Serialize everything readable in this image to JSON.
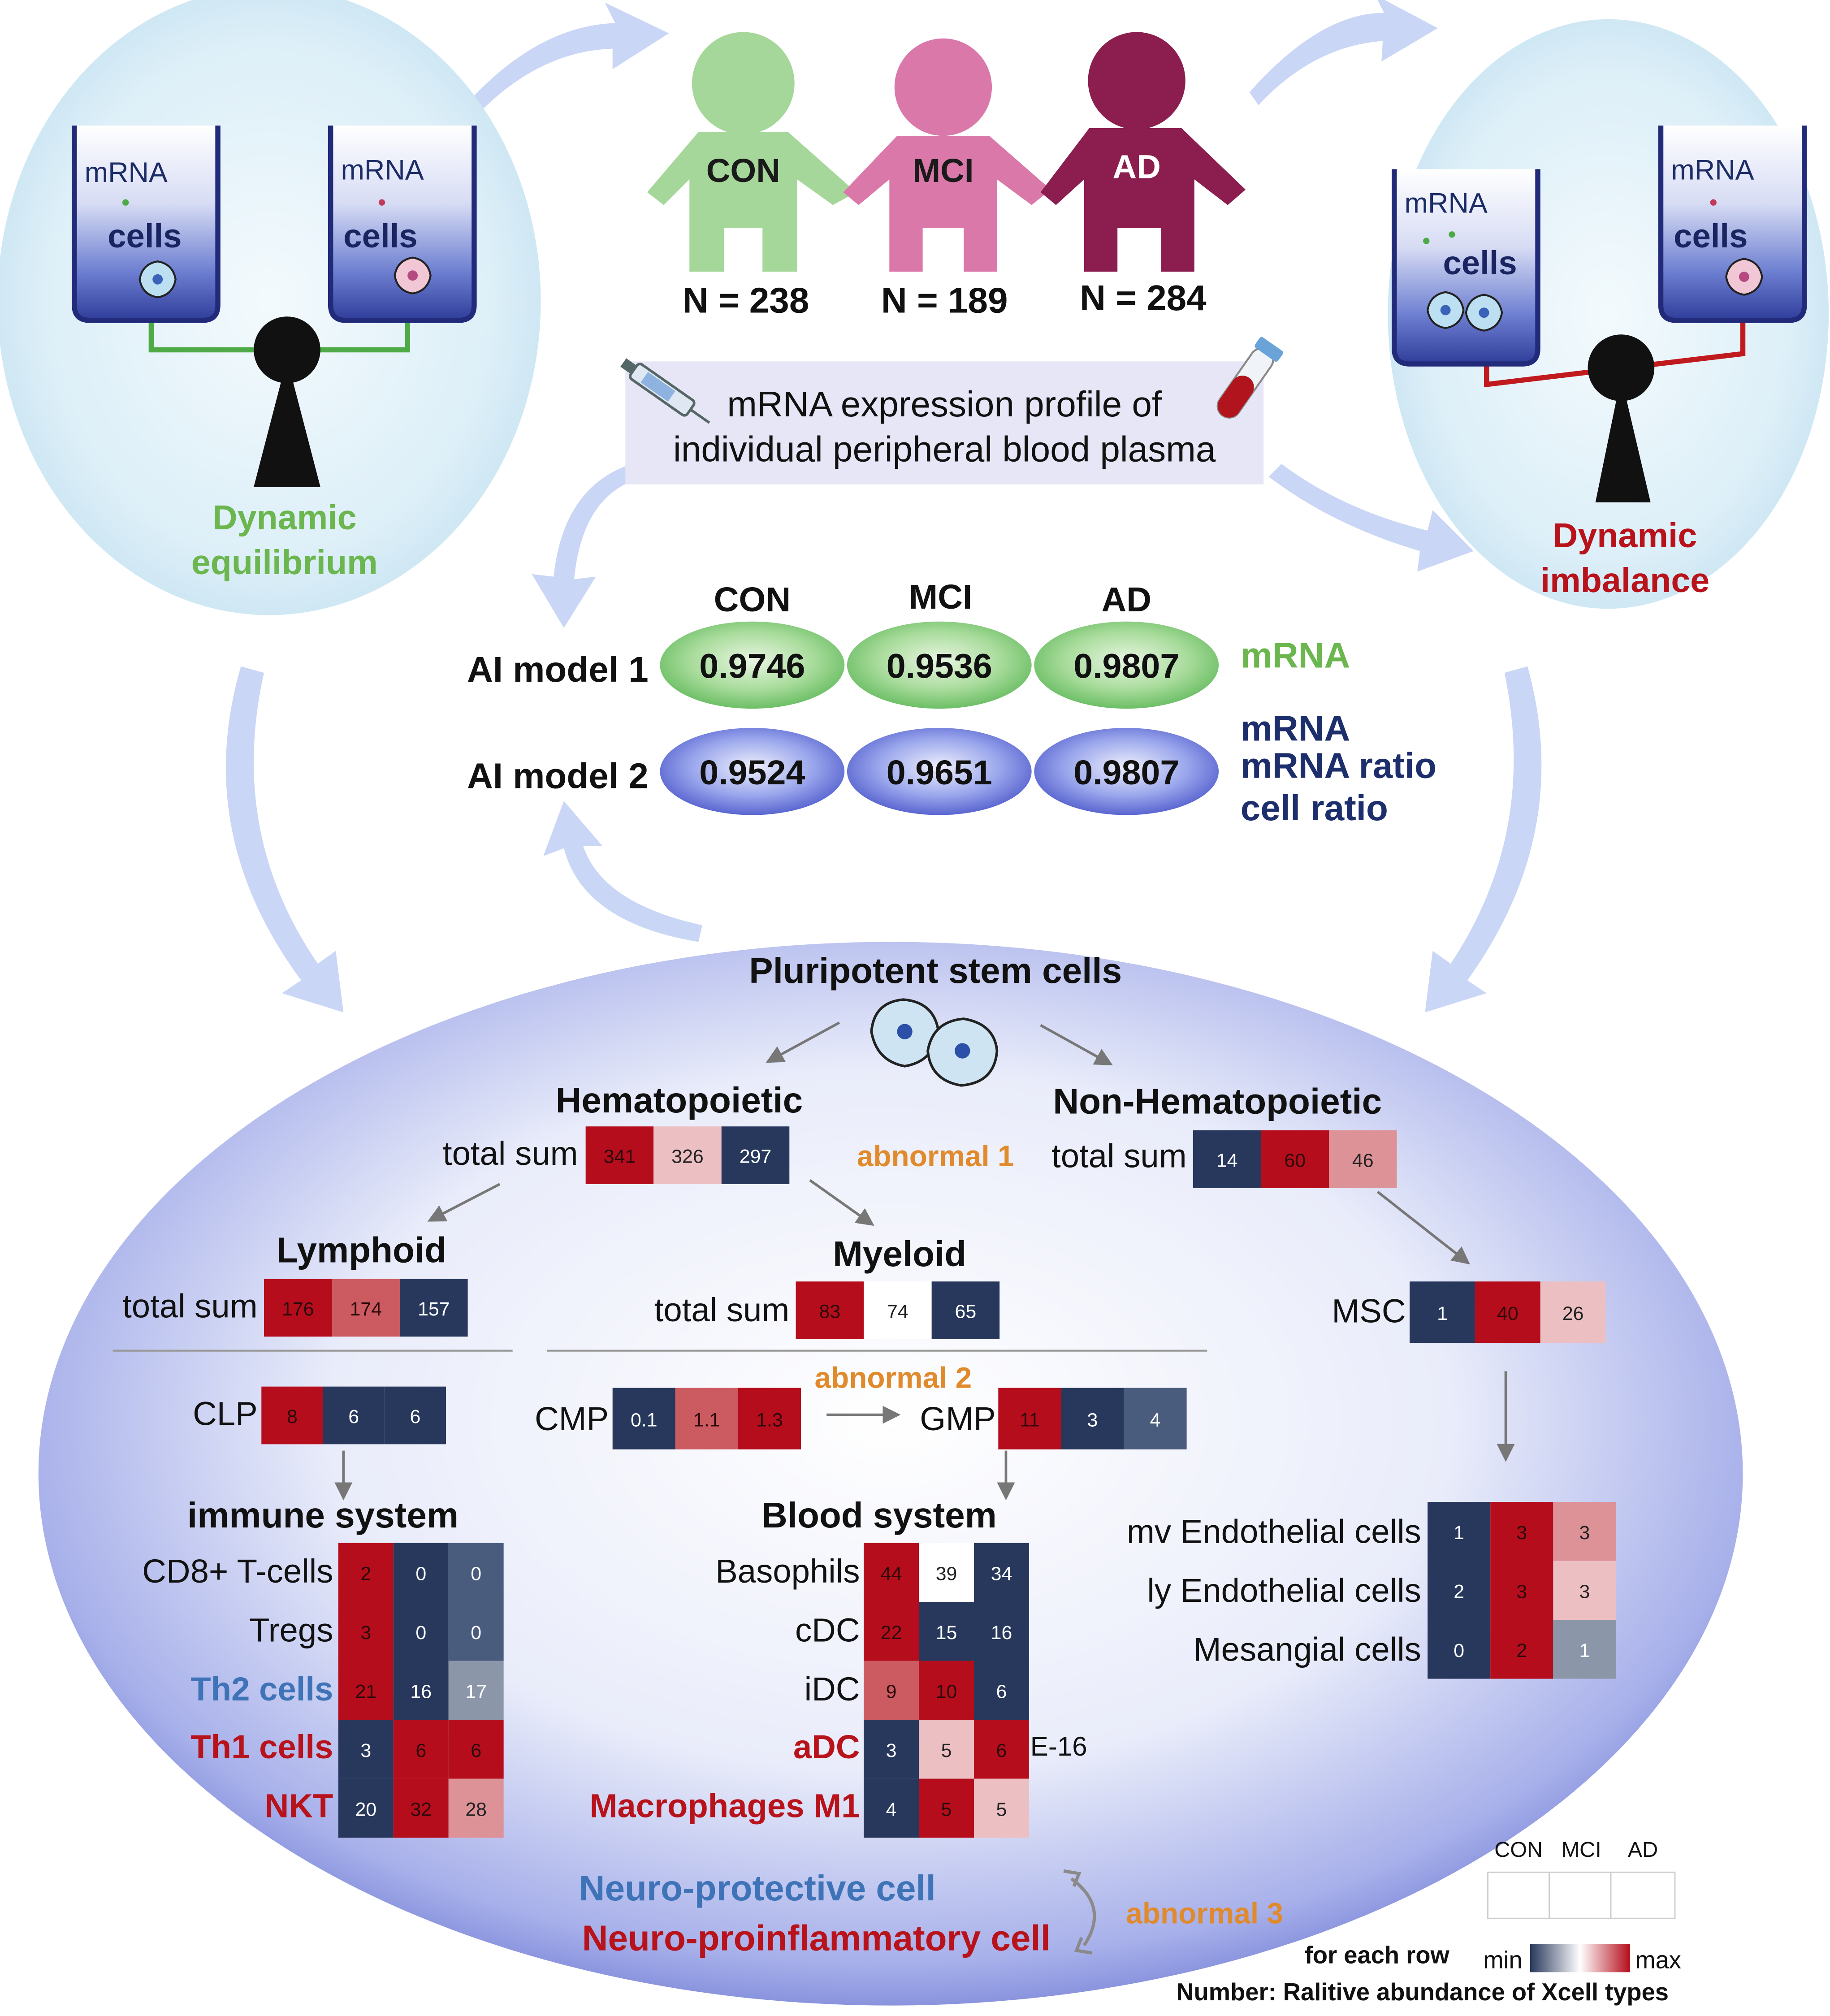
{
  "top": {
    "groups": [
      {
        "label": "CON",
        "n": "N = 238",
        "color": "#a6d79a"
      },
      {
        "label": "MCI",
        "n": "N = 189",
        "color": "#d978a9"
      },
      {
        "label": "AD",
        "n": "N = 284",
        "color": "#8b1e4f"
      }
    ],
    "profile_line1": "mRNA expression profile of",
    "profile_line2": "individual peripheral blood plasma"
  },
  "left_balance": {
    "beaker_mrna": "mRNA",
    "beaker_cells": "cells",
    "caption_line1": "Dynamic",
    "caption_line2": "equilibrium"
  },
  "right_balance": {
    "beaker_mrna": "mRNA",
    "beaker_cells": "cells",
    "caption_line1": "Dynamic",
    "caption_line2": "imbalance"
  },
  "models": {
    "headers": [
      "CON",
      "MCI",
      "AD"
    ],
    "model1": {
      "label": "AI model 1",
      "values": [
        "0.9746",
        "0.9536",
        "0.9807"
      ],
      "feature": "mRNA"
    },
    "model2": {
      "label": "AI model 2",
      "values": [
        "0.9524",
        "0.9651",
        "0.9807"
      ],
      "features": [
        "mRNA",
        "mRNA ratio",
        "cell ratio"
      ]
    }
  },
  "tree": {
    "title": "Pluripotent stem cells",
    "total_sum": "total sum",
    "hematopoietic": {
      "title": "Hematopoietic",
      "values": [
        "341",
        "326",
        "297"
      ]
    },
    "abnormal1": "abnormal 1",
    "non_hematopoietic": {
      "title": "Non-Hematopoietic",
      "values": [
        "14",
        "60",
        "46"
      ]
    },
    "lymphoid": {
      "title": "Lymphoid",
      "values": [
        "176",
        "174",
        "157"
      ]
    },
    "myeloid": {
      "title": "Myeloid",
      "values": [
        "83",
        "74",
        "65"
      ]
    },
    "msc": {
      "label": "MSC",
      "values": [
        "1",
        "40",
        "26"
      ]
    },
    "clp": {
      "label": "CLP",
      "values": [
        "8",
        "6",
        "6"
      ]
    },
    "cmp": {
      "label": "CMP",
      "values": [
        "0.1",
        "1.1",
        "1.3"
      ]
    },
    "abnormal2": "abnormal 2",
    "gmp": {
      "label": "GMP",
      "values": [
        "11",
        "3",
        "4"
      ]
    },
    "immune": {
      "title": "immune system",
      "rows": [
        {
          "label": "CD8+ T-cells",
          "values": [
            "2",
            "0",
            "0"
          ]
        },
        {
          "label": "Tregs",
          "values": [
            "3",
            "0",
            "0"
          ]
        },
        {
          "label": "Th2 cells",
          "values": [
            "21",
            "16",
            "17"
          ]
        },
        {
          "label": "Th1 cells",
          "values": [
            "3",
            "6",
            "6"
          ]
        },
        {
          "label": "NKT",
          "values": [
            "20",
            "32",
            "28"
          ]
        }
      ]
    },
    "blood": {
      "title": "Blood system",
      "rows": [
        {
          "label": "Basophils",
          "values": [
            "44",
            "39",
            "34"
          ]
        },
        {
          "label": "cDC",
          "values": [
            "22",
            "15",
            "16"
          ]
        },
        {
          "label": "iDC",
          "values": [
            "9",
            "10",
            "6"
          ]
        },
        {
          "label": "aDC",
          "values": [
            "3",
            "5",
            "6"
          ]
        },
        {
          "label": "Macrophages M1",
          "values": [
            "4",
            "5",
            "5"
          ]
        }
      ],
      "exponent_note": "E-16"
    },
    "endothelial": {
      "rows": [
        {
          "label": "mv Endothelial cells",
          "values": [
            "1",
            "3",
            "3"
          ]
        },
        {
          "label": "ly Endothelial cells",
          "values": [
            "2",
            "3",
            "3"
          ]
        },
        {
          "label": "Mesangial cells",
          "values": [
            "0",
            "2",
            "1"
          ]
        }
      ]
    },
    "neuro_protective": "Neuro-protective cell",
    "neuro_proinflammatory": "Neuro-proinflammatory cell",
    "abnormal3": "abnormal 3"
  },
  "legend": {
    "columns": [
      "CON",
      "MCI",
      "AD"
    ],
    "for_each_row": "for each row",
    "min": "min",
    "max": "max",
    "note": "Number: Ralitive abundance of Xcell types"
  },
  "colors": {
    "dark_blue": "#27385c",
    "mid_blue": "#4a5c7e",
    "grey_blue": "#8b97a9",
    "white": "#ffffff",
    "light_pink": "#ecbfc3",
    "pink": "#dd9297",
    "salmon": "#cc5a61",
    "red": "#b50d1c",
    "green_text": "#6bb64e",
    "red_text": "#b8121b",
    "navy_text": "#1d2e6c",
    "orange_text": "#e08a2c",
    "blue_text": "#3f73b8"
  }
}
